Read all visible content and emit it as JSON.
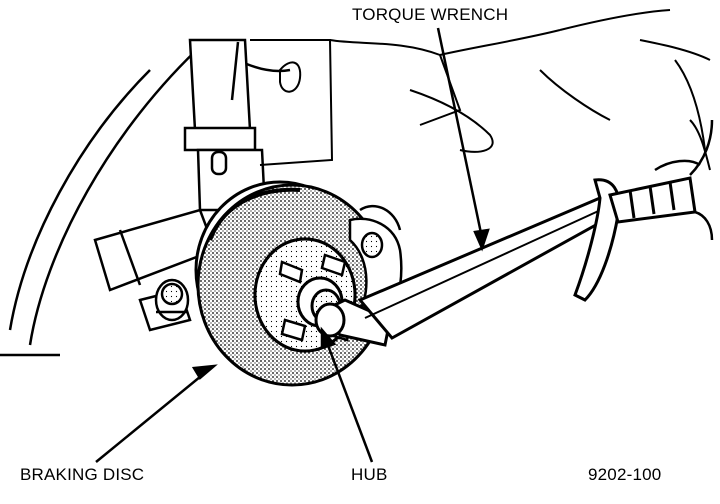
{
  "labels": {
    "torque_wrench": "TORQUE WRENCH",
    "braking_disc": "BRAKING DISC",
    "hub": "HUB",
    "figure_number": "9202-100"
  },
  "colors": {
    "ink": "#000000",
    "paper": "#ffffff",
    "stipple": "#8a8a8a"
  }
}
